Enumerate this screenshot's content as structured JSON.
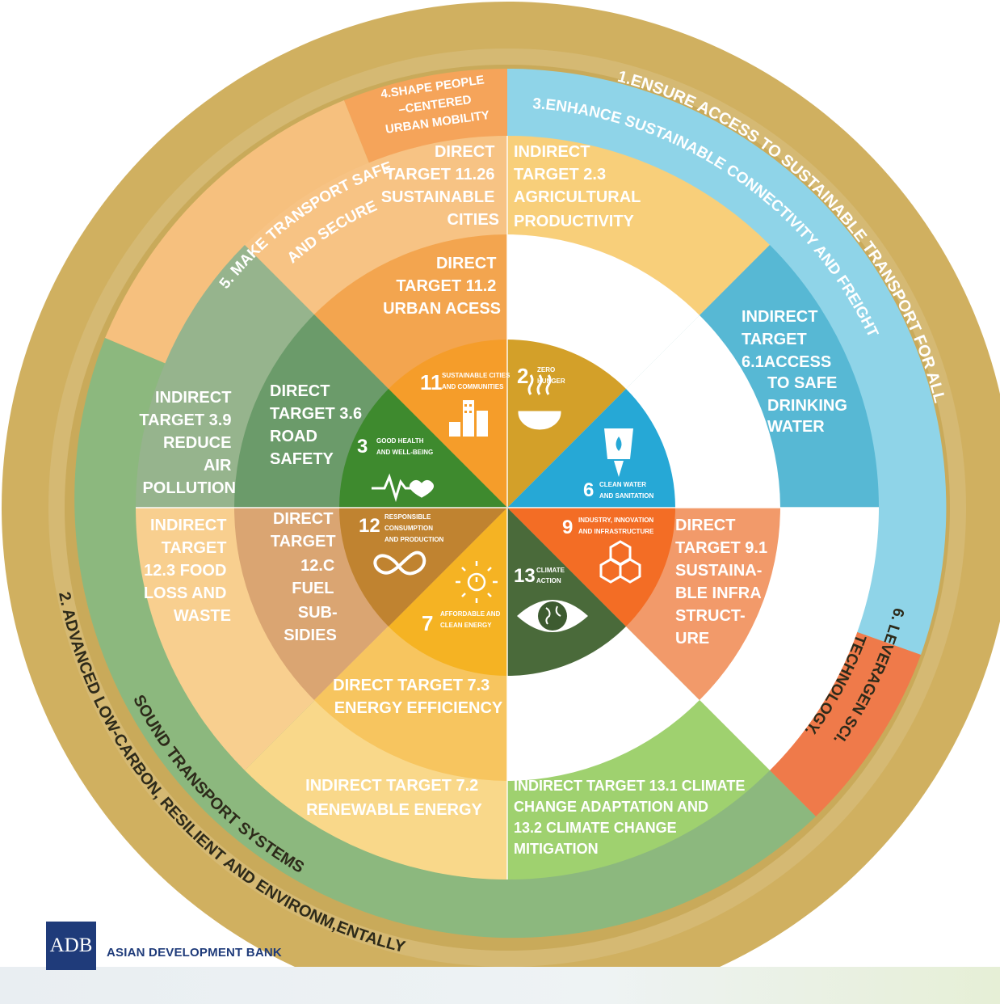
{
  "colors": {
    "outer_ring": "#d0b060",
    "background": "#ffffff",
    "band_blue": "#8fd4e8",
    "band_green": "#8cb87e",
    "band_peach": "#f6c07e",
    "band_orange": "#f5a45a",
    "band_red": "#ef7a4a",
    "adb_blue": "#1f3b7a"
  },
  "outer_labels": {
    "goal1": "1.ENSURE ACCESS TO SUSTAINABLE TRANSPORT FOR ALL",
    "goal3": "3.ENHANCE SUSTAINABLE CONNECTIVITY AND FREIGHT",
    "goal2": "2. ADVANCED LOW-CARBON, RESILIENT AND ENVIRONM,ENTALLY",
    "goal2_line2": "SOUND TRANSPORT SYSTEMS",
    "goal5_line1": "5. MAKE TRANSPORT SAFE",
    "goal5_line2": "AND SECURE",
    "goal6_line1": "6. LEVERAGEN SCI.",
    "goal6_line2": "TECHNOLOGY.",
    "goal4_line1": "4.SHAPE PEOPLE",
    "goal4_line2": "–CENTERED",
    "goal4_line3": "URBAN MOBILITY"
  },
  "targets": {
    "t11_26": [
      "DIRECT",
      "TARGET 11.26",
      "SUSTAINABLE",
      "CITIES"
    ],
    "t2_3": [
      "INDIRECT",
      "TARGET 2.3",
      "AGRICULTURAL",
      "PRODUCTIVITY"
    ],
    "t11_2": [
      "DIRECT",
      "TARGET 11.2",
      "URBAN ACESS"
    ],
    "t6_1": [
      "INDIRECT",
      "TARGET",
      "6.1ACCESS",
      "TO SAFE",
      "DRINKING",
      "WATER"
    ],
    "t3_9": [
      "INDIRECT",
      "TARGET 3.9",
      "REDUCE",
      "AIR",
      "POLLUTION"
    ],
    "t3_6": [
      "DIRECT",
      "TARGET 3.6",
      "ROAD",
      "SAFETY"
    ],
    "t12_3": [
      "INDIRECT",
      "TARGET",
      "12.3 FOOD",
      "LOSS AND",
      "WASTE"
    ],
    "t12_c": [
      "DIRECT",
      "TARGET",
      "12.C",
      "FUEL",
      "SUB-",
      "SIDIES"
    ],
    "t9_1": [
      "DIRECT",
      "TARGET 9.1",
      "SUSTAINA-",
      "BLE INFRA",
      "STRUCT-",
      "URE"
    ],
    "t7_3": [
      "DIRECT TARGET 7.3",
      "ENERGY EFFICIENCY"
    ],
    "t7_2": [
      "INDIRECT  TARGET 7.2",
      "RENEWABLE ENERGY"
    ],
    "t13": [
      "INDIRECT TARGET 13.1 CLIMATE",
      "CHANGE ADAPTATION AND",
      "13.2 CLIMATE CHANGE",
      " MITIGATION"
    ]
  },
  "sdgs": {
    "sdg11": {
      "num": "11",
      "text": [
        "SUSTAINABLE CITIES",
        "AND COMMUNITIES"
      ],
      "color": "#f59d2a",
      "icon": "city-icon"
    },
    "sdg2": {
      "num": "2",
      "text": [
        "ZERO",
        "HUNGER"
      ],
      "color": "#d3a029",
      "icon": "bowl-icon"
    },
    "sdg6": {
      "num": "6",
      "text": [
        "CLEAN WATER",
        "AND SANITATION"
      ],
      "color": "#26bde2",
      "icon": "water-icon"
    },
    "sdg9": {
      "num": "9",
      "text": [
        "INDUSTRY, INNOVATION",
        "AND INFRASTRUCTURE"
      ],
      "color": "#f36d25",
      "icon": "cubes-icon"
    },
    "sdg13": {
      "num": "13",
      "text": [
        "CLIMATE",
        "ACTION"
      ],
      "color": "#3f7e44",
      "icon": "eye-globe-icon"
    },
    "sdg7": {
      "num": "7",
      "text": [
        "AFFORDABLE AND",
        "CLEAN ENERGY"
      ],
      "color": "#fcc30b",
      "icon": "sun-power-icon"
    },
    "sdg12": {
      "num": "12",
      "text": [
        "RESPONSIBLE",
        "CONSUMPTION",
        "AND PRODUCTION"
      ],
      "color": "#bf8b2e",
      "icon": "infinity-icon"
    },
    "sdg3": {
      "num": "3",
      "text": [
        "GOOD HEALTH",
        "AND WELL-BEING"
      ],
      "color": "#4c9f38",
      "icon": "heartbeat-icon"
    }
  },
  "footer": {
    "logo": "ADB",
    "org_name": "ASIAN DEVELOPMENT BANK"
  }
}
